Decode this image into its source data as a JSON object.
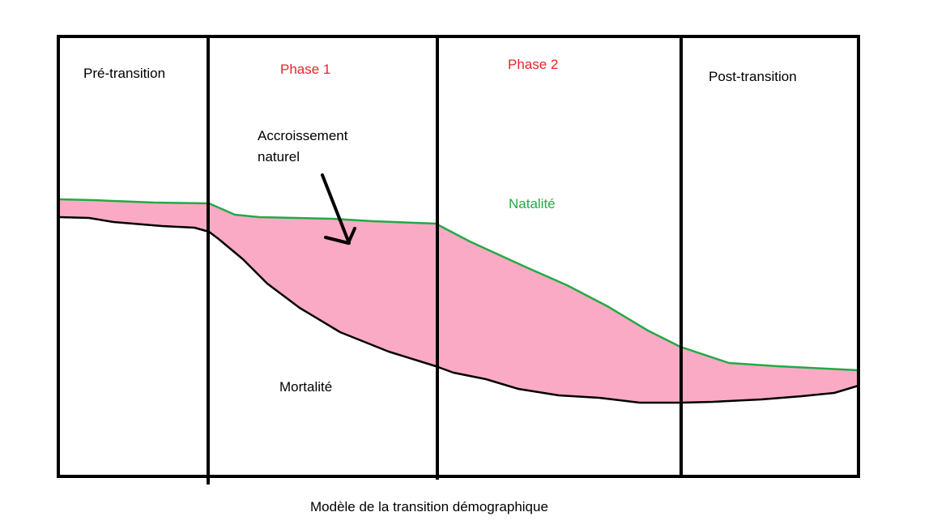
{
  "diagram": {
    "phases": [
      {
        "label": "Pré-transition",
        "color": "#000000"
      },
      {
        "label": "Phase 1",
        "color": "#e8232b"
      },
      {
        "label": "Phase 2",
        "color": "#e8232b"
      },
      {
        "label": "Post-transition",
        "color": "#000000"
      }
    ],
    "arrow_label_line1": "Accroissement",
    "arrow_label_line2": "naturel",
    "birth_rate_label": "Natalité",
    "death_rate_label": "Mortalité",
    "caption": "Modèle de la transition démographique",
    "colors": {
      "natalite_line": "#22aa44",
      "mortalite_line": "#000000",
      "accroissement_fill": "#fbaac5",
      "frame": "#000000"
    }
  }
}
